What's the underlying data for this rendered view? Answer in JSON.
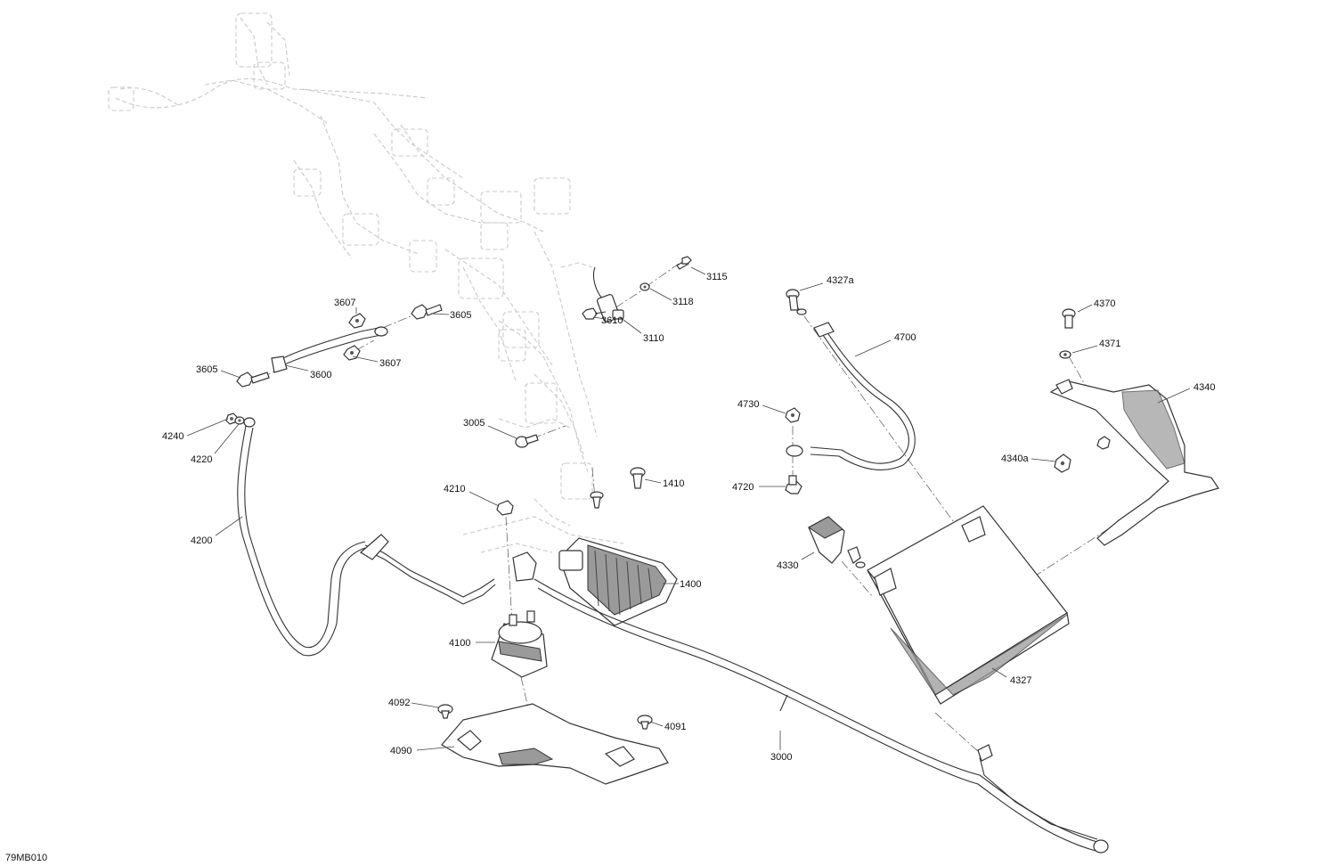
{
  "diagram": {
    "code": "79MB010",
    "labels": [
      {
        "id": "3115",
        "text": "3115"
      },
      {
        "id": "3118",
        "text": "3118"
      },
      {
        "id": "3110",
        "text": "3110"
      },
      {
        "id": "3610",
        "text": "3610"
      },
      {
        "id": "3607a",
        "text": "3607"
      },
      {
        "id": "3605a",
        "text": "3605"
      },
      {
        "id": "3605b",
        "text": "3605"
      },
      {
        "id": "3600",
        "text": "3600"
      },
      {
        "id": "3607b",
        "text": "3607"
      },
      {
        "id": "4240",
        "text": "4240"
      },
      {
        "id": "4220",
        "text": "4220"
      },
      {
        "id": "4200",
        "text": "4200"
      },
      {
        "id": "3005",
        "text": "3005"
      },
      {
        "id": "4210",
        "text": "4210"
      },
      {
        "id": "1410",
        "text": "1410"
      },
      {
        "id": "1400",
        "text": "1400"
      },
      {
        "id": "4100",
        "text": "4100"
      },
      {
        "id": "4092",
        "text": "4092"
      },
      {
        "id": "4091",
        "text": "4091"
      },
      {
        "id": "4090",
        "text": "4090"
      },
      {
        "id": "3000",
        "text": "3000"
      },
      {
        "id": "4327a",
        "text": "4327a"
      },
      {
        "id": "4700",
        "text": "4700"
      },
      {
        "id": "4730",
        "text": "4730"
      },
      {
        "id": "4720",
        "text": "4720"
      },
      {
        "id": "4330",
        "text": "4330"
      },
      {
        "id": "4327",
        "text": "4327"
      },
      {
        "id": "4370",
        "text": "4370"
      },
      {
        "id": "4371",
        "text": "4371"
      },
      {
        "id": "4340",
        "text": "4340"
      },
      {
        "id": "4340a",
        "text": "4340a"
      }
    ]
  }
}
